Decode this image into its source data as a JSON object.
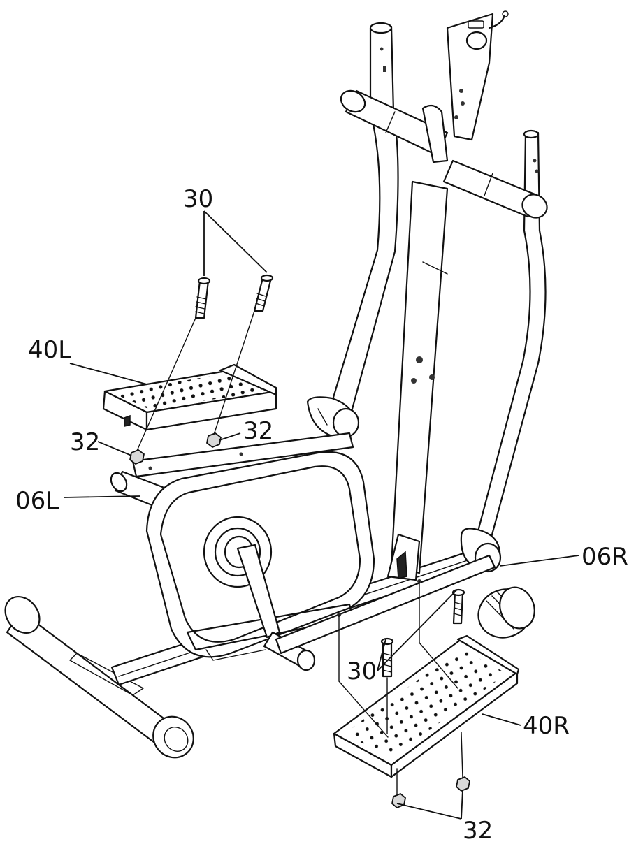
{
  "labels": {
    "bolt_top": "30",
    "pedal_left": "40L",
    "nut_left_a": "32",
    "nut_left_b": "32",
    "crank_left": "06L",
    "crank_right": "06R",
    "bolt_bottom": "30",
    "pedal_right": "40R",
    "nut_bottom": "32"
  }
}
